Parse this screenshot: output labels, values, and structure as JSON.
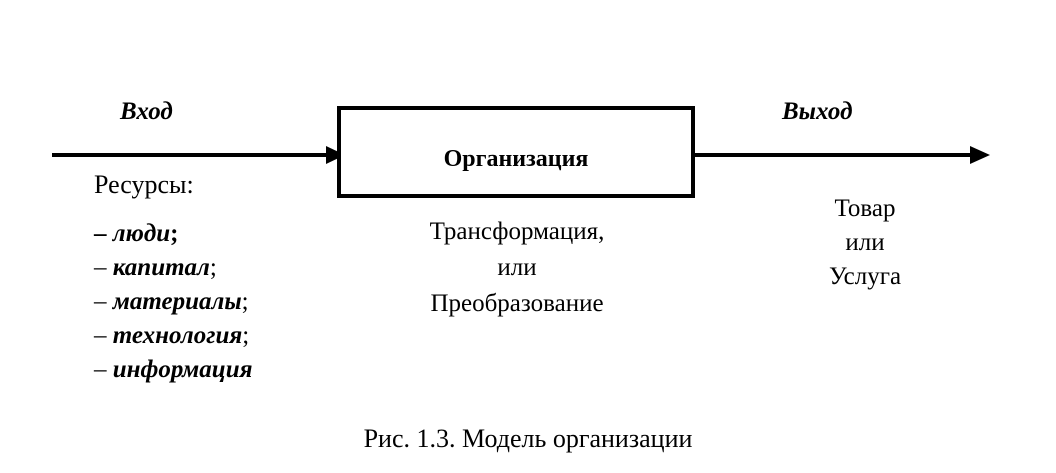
{
  "input_label": "Вход",
  "output_label": "Выход",
  "box_label": "Организация",
  "resources_title": "Ресурсы:",
  "resources": [
    {
      "dash": "– ",
      "name": "люди",
      "punct": ";",
      "bold_punct": true
    },
    {
      "dash": "– ",
      "name": "капитал",
      "punct": ";",
      "bold_punct": false
    },
    {
      "dash": "– ",
      "name": "материалы",
      "punct": ";",
      "bold_punct": false
    },
    {
      "dash": "– ",
      "name": "технология",
      "punct": ";",
      "bold_punct": false
    },
    {
      "dash": "– ",
      "name": "информация",
      "punct": "",
      "bold_punct": false
    }
  ],
  "process_lines": [
    "Трансформация,",
    "или",
    "Преобразование"
  ],
  "output_lines": [
    "Товар",
    "или",
    "Услуга"
  ],
  "caption": "Рис. 1.3. Модель организации"
}
